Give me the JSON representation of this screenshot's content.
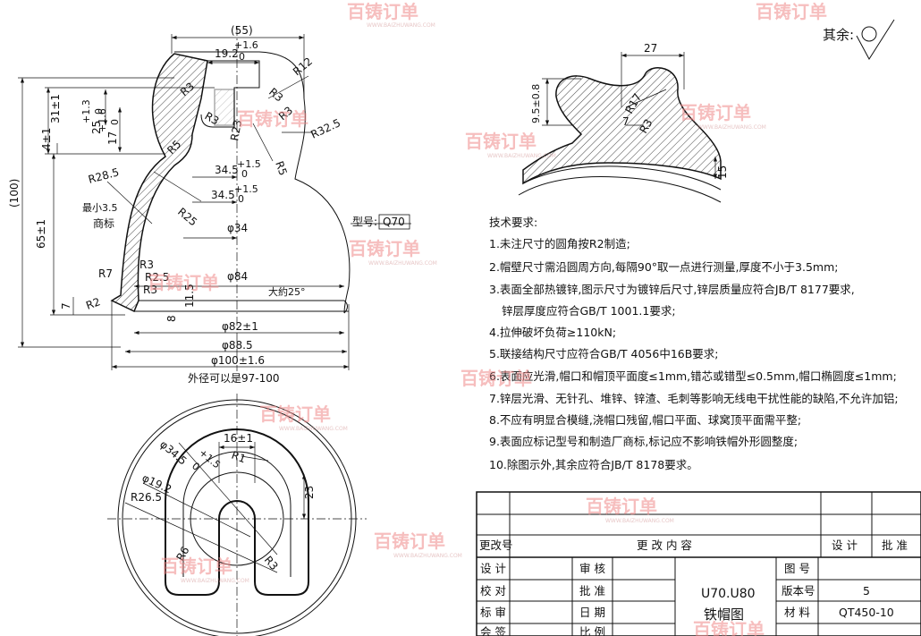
{
  "watermark": {
    "brand": "百铸订单",
    "url": "WWW.BAIZHUWANG.COM"
  },
  "surface_finish": {
    "label": "其余:"
  },
  "section_view": {
    "dims": {
      "d55": "(55)",
      "d19_2": "19.2",
      "d19_2_up": "+1.6",
      "d19_2_low": "0",
      "r12": "R12",
      "r3a": "R3",
      "r3b": "R3",
      "r3c": "R3",
      "r3d": "R3",
      "r23": "R23",
      "r32_5": "R32.5",
      "r5a": "R5",
      "r5b": "R5",
      "d31": "31±1",
      "d25": "25",
      "d25_up": "+1.3",
      "d25_low": "0",
      "d17": "17",
      "d17_up": "+1.6",
      "d17_low": "0",
      "d4": "4±1",
      "d100": "(100)",
      "d65": "65±1",
      "r28_5": "R28.5",
      "min3_5": "最小3.5",
      "trademark": "商标",
      "r25": "R25",
      "d34_5a": "34.5",
      "d34_5a_up": "+1.5",
      "d34_5a_low": "0",
      "d34_5b": "34.5",
      "d34_5b_up": "+1.5",
      "d34_5b_low": "0",
      "phi34": "φ34",
      "model_label": "型号:",
      "model_value": "Q70",
      "r7": "R7",
      "r3e": "R3",
      "r2_5": "R2.5",
      "r3f": "R3",
      "r2": "R2",
      "phi84": "φ84",
      "about25": "大約25°",
      "d7": "7",
      "d8": "8",
      "d11_5": "11.5",
      "phi82": "φ82±1",
      "phi88_5": "φ88.5",
      "phi100": "φ100±1.6",
      "outer_note": "外径可以是97-100"
    }
  },
  "detail_view": {
    "dims": {
      "d27": "27",
      "d9_5": "9.5±0.8",
      "r17": "R17",
      "d7": "7",
      "r3": "R3",
      "d15": "15"
    }
  },
  "plan_view": {
    "dims": {
      "phi34_5": "φ34.5",
      "phi34_5_up": "+1.5",
      "phi34_5_low": "0",
      "d16": "16±1",
      "r1": "R1",
      "phi19_2": "φ19.2",
      "r26_5": "R26.5",
      "d23": "23",
      "r6": "R6",
      "r3": "R3"
    }
  },
  "tech_requirements": {
    "title": "技术要求:",
    "items": [
      "1.未注尺寸的圆角按R2制造;",
      "2.帽壁尺寸需沿圆周方向,每隔90°取一点进行测量,厚度不小于3.5mm;",
      "3.表面全部热镀锌,图示尺寸为镀锌后尺寸,锌层质量应符合JB/T 8177要求,",
      "锌层厚度应符合GB/T 1001.1要求;",
      "4.拉伸破坏负荷≥110kN;",
      "5.联接结构尺寸应符合GB/T 4056中16B要求;",
      "6.表面应光滑,帽口和帽顶平面度≤1mm,错芯或错型≤0.5mm,帽口椭圆度≤1mm;",
      "7.锌层光滑、无针孔、堆锌、锌渣、毛刺等影响无线电干扰性能的缺陷,不允许加铝;",
      "8.不应有明显合模缝,浇帽口残留,帽口平面、球窝顶平面需平整;",
      "9.表面应标记型号和制造厂商标,标记应不影响铁帽外形圆整度;",
      "10.除图示外,其余应符合JB/T 8178要求。"
    ]
  },
  "title_block": {
    "change_no": "更改号",
    "change_content": "更 改 内 容",
    "design_col": "设 计",
    "approve_col": "批 准",
    "design": "设 计",
    "review": "审 核",
    "check": "校 对",
    "approve": "批 准",
    "standard": "标 审",
    "date": "日 期",
    "sign": "会 签",
    "scale": "比 例",
    "drawing_title_1": "U70.U80",
    "drawing_title_2": "铁帽图",
    "drawing_no": "图 号",
    "version": "版本号",
    "version_value": "5",
    "material": "材 料",
    "material_value": "QT450-10"
  }
}
